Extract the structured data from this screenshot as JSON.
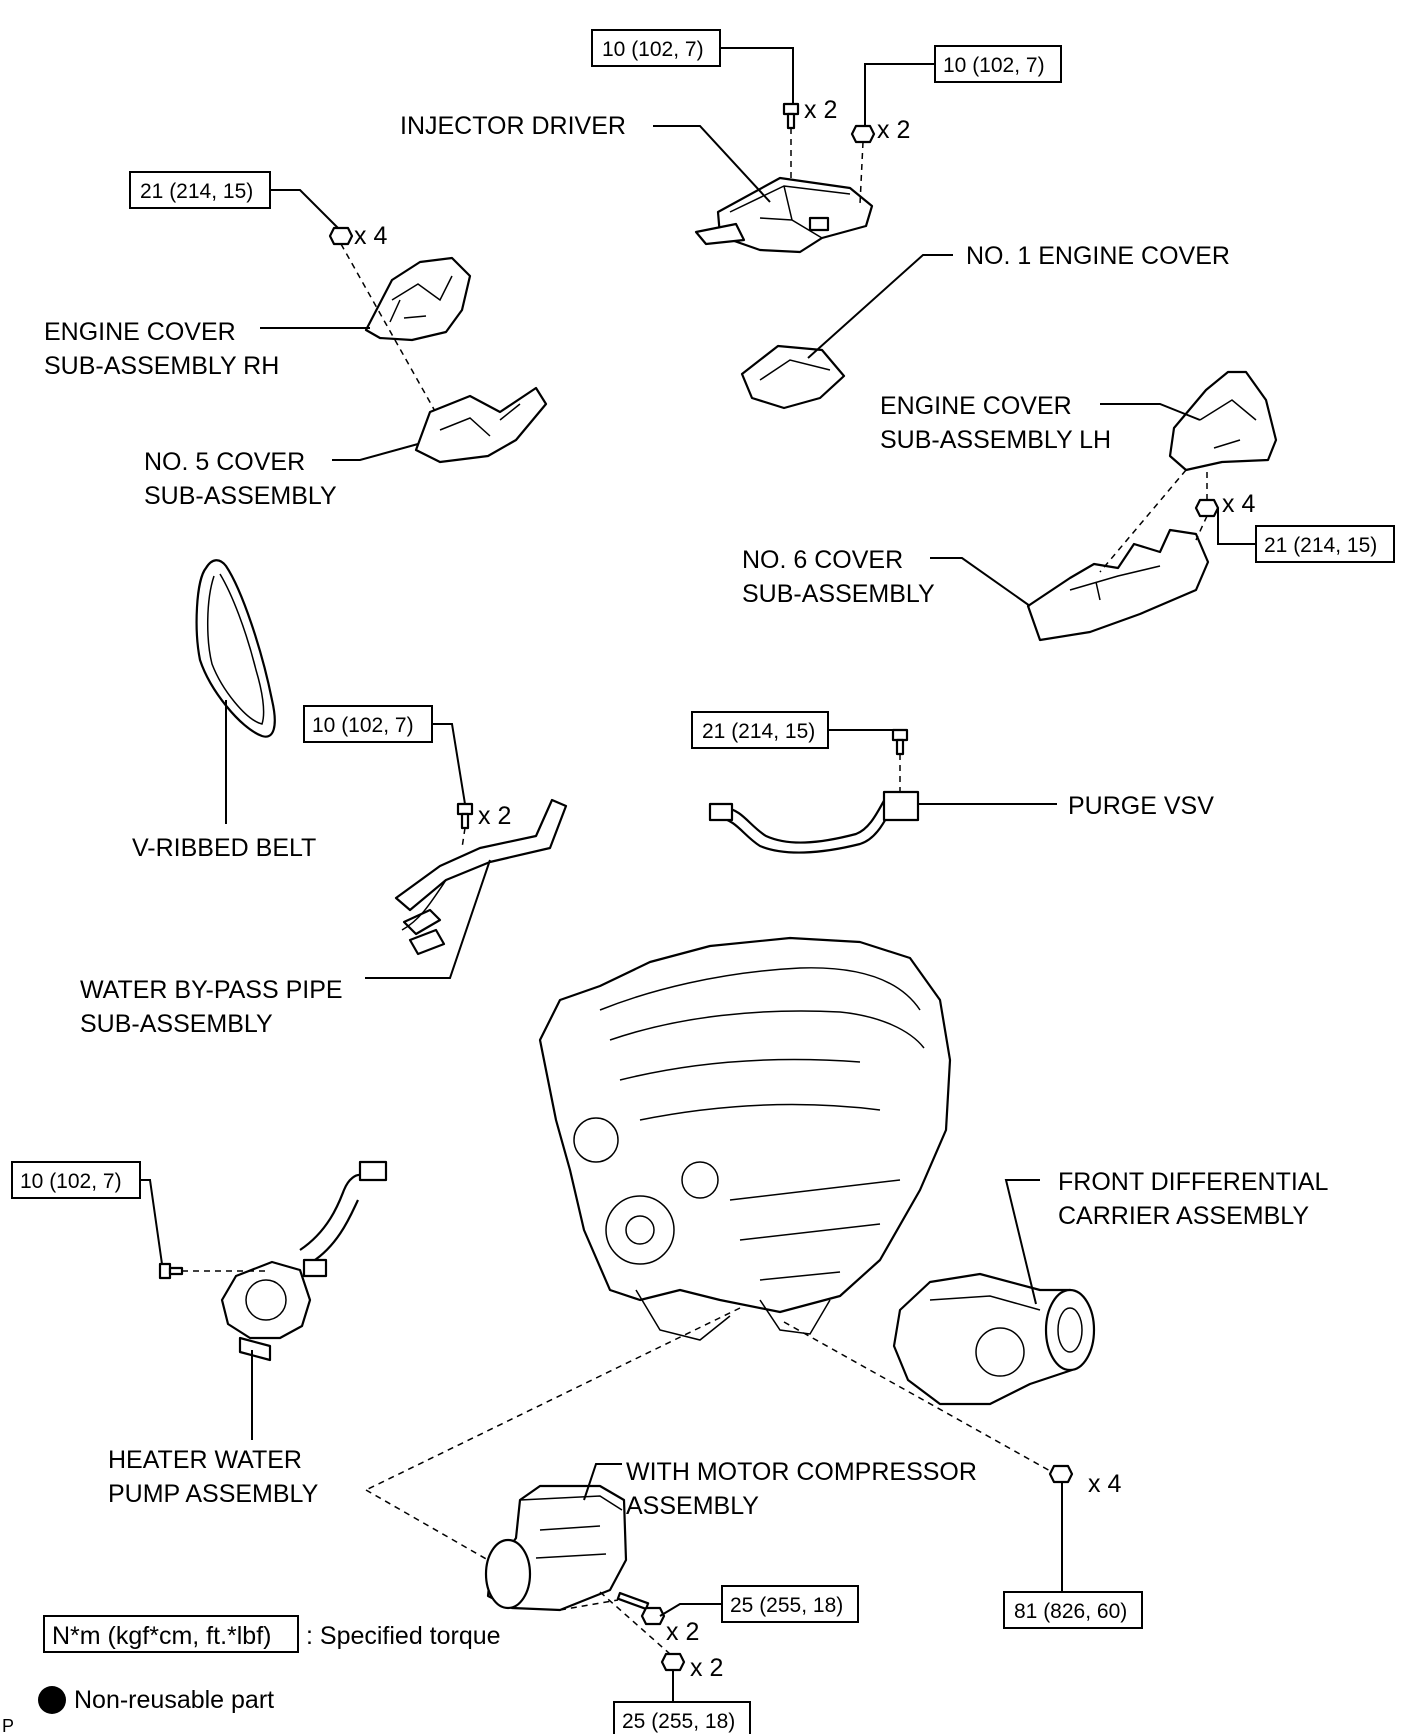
{
  "parts": {
    "injector_driver": "INJECTOR DRIVER",
    "no1_engine_cover": "NO. 1 ENGINE COVER",
    "engine_cover_rh_1": "ENGINE COVER",
    "engine_cover_rh_2": "SUB-ASSEMBLY RH",
    "engine_cover_lh_1": "ENGINE COVER",
    "engine_cover_lh_2": "SUB-ASSEMBLY LH",
    "no5_cover_1": "NO. 5 COVER",
    "no5_cover_2": "SUB-ASSEMBLY",
    "no6_cover_1": "NO. 6 COVER",
    "no6_cover_2": "SUB-ASSEMBLY",
    "v_ribbed_belt": "V-RIBBED BELT",
    "purge_vsv": "PURGE VSV",
    "water_bypass_1": "WATER BY-PASS PIPE",
    "water_bypass_2": "SUB-ASSEMBLY",
    "front_diff_1": "FRONT DIFFERENTIAL",
    "front_diff_2": "CARRIER ASSEMBLY",
    "heater_pump_1": "HEATER WATER",
    "heater_pump_2": "PUMP ASSEMBLY",
    "compressor_1": "WITH MOTOR COMPRESSOR",
    "compressor_2": "ASSEMBLY"
  },
  "torques": {
    "injector_bolt": "10 (102, 7)",
    "injector_nut": "10 (102, 7)",
    "cover_rh_nut": "21 (214, 15)",
    "cover_lh_nut": "21 (214, 15)",
    "bypass_bolt": "10 (102, 7)",
    "purge_bolt": "21 (214, 15)",
    "heater_bolt": "10 (102, 7)",
    "compressor_bolt": "25 (255, 18)",
    "compressor_nut": "25 (255, 18)",
    "diff_bolt": "81 (826, 60)"
  },
  "quantities": {
    "injector_bolt": "x 2",
    "injector_nut": "x 2",
    "cover_rh_nut": "x 4",
    "cover_lh_nut": "x 4",
    "bypass_bolt": "x 2",
    "compressor_bolt": "x 2",
    "compressor_nut": "x 2",
    "diff_bolt": "x 4"
  },
  "legend": {
    "torque_unit": "N*m (kgf*cm, ft.*lbf)",
    "torque_desc": ": Specified torque",
    "non_reusable": "Non-reusable part"
  },
  "corner_mark": "P"
}
